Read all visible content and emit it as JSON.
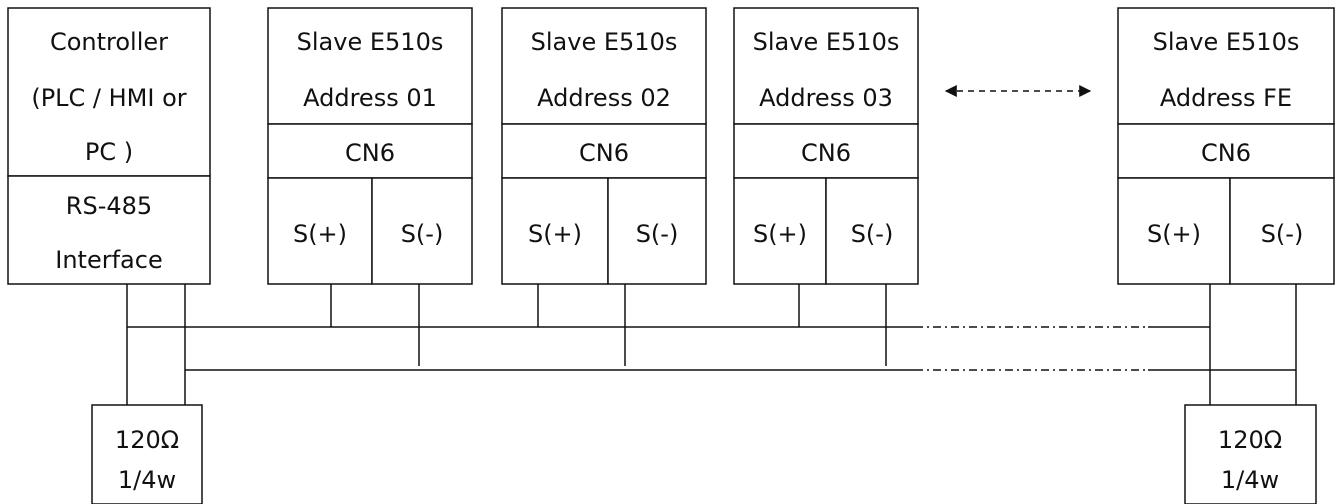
{
  "controller": {
    "title_lines": [
      "Controller",
      "(PLC / HMI or",
      "PC )"
    ],
    "interface_lines": [
      "RS-485",
      "Interface"
    ]
  },
  "slaves": [
    {
      "title": "Slave E510s",
      "address": "Address 01",
      "connector": "CN6",
      "pos": "S(+)",
      "neg": "S(-)"
    },
    {
      "title": "Slave E510s",
      "address": "Address 02",
      "connector": "CN6",
      "pos": "S(+)",
      "neg": "S(-)"
    },
    {
      "title": "Slave E510s",
      "address": "Address 03",
      "connector": "CN6",
      "pos": "S(+)",
      "neg": "S(-)"
    },
    {
      "title": "Slave E510s",
      "address": "Address FE",
      "connector": "CN6",
      "pos": "S(+)",
      "neg": "S(-)"
    }
  ],
  "terminators": [
    {
      "value": "120Ω",
      "rating": "1/4w"
    },
    {
      "value": "120Ω",
      "rating": "1/4w"
    }
  ]
}
